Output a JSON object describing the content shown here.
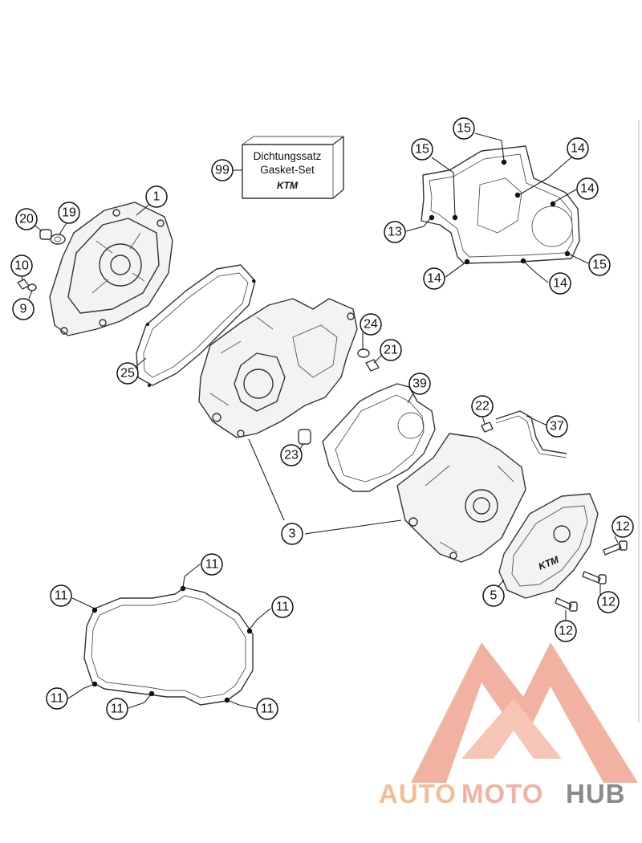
{
  "gasket_box": {
    "line1": "Dichtungssatz",
    "line2": "Gasket-Set",
    "brand": "KTM"
  },
  "callouts": {
    "c99": "99",
    "c1": "1",
    "c19": "19",
    "c20": "20",
    "c10": "10",
    "c9": "9",
    "c25": "25",
    "c24": "24",
    "c21": "21",
    "c39": "39",
    "c22": "22",
    "c37": "37",
    "c23": "23",
    "c3": "3",
    "c5": "5",
    "c12a": "12",
    "c12b": "12",
    "c12c": "12",
    "g15a": "15",
    "g15b": "15",
    "g15c": "15",
    "g14a": "14",
    "g14b": "14",
    "g14c": "14",
    "g14d": "14",
    "g13": "13",
    "o11a": "11",
    "o11b": "11",
    "o11c": "11",
    "o11d": "11",
    "o11e": "11",
    "o11f": "11"
  },
  "watermark": {
    "part1": "AUTO",
    "part2": "MOTO",
    "part3": "HUB",
    "color_primary": "#f2a98f",
    "color_secondary": "#f0b07a",
    "color_dark": "#6e6e6e"
  }
}
